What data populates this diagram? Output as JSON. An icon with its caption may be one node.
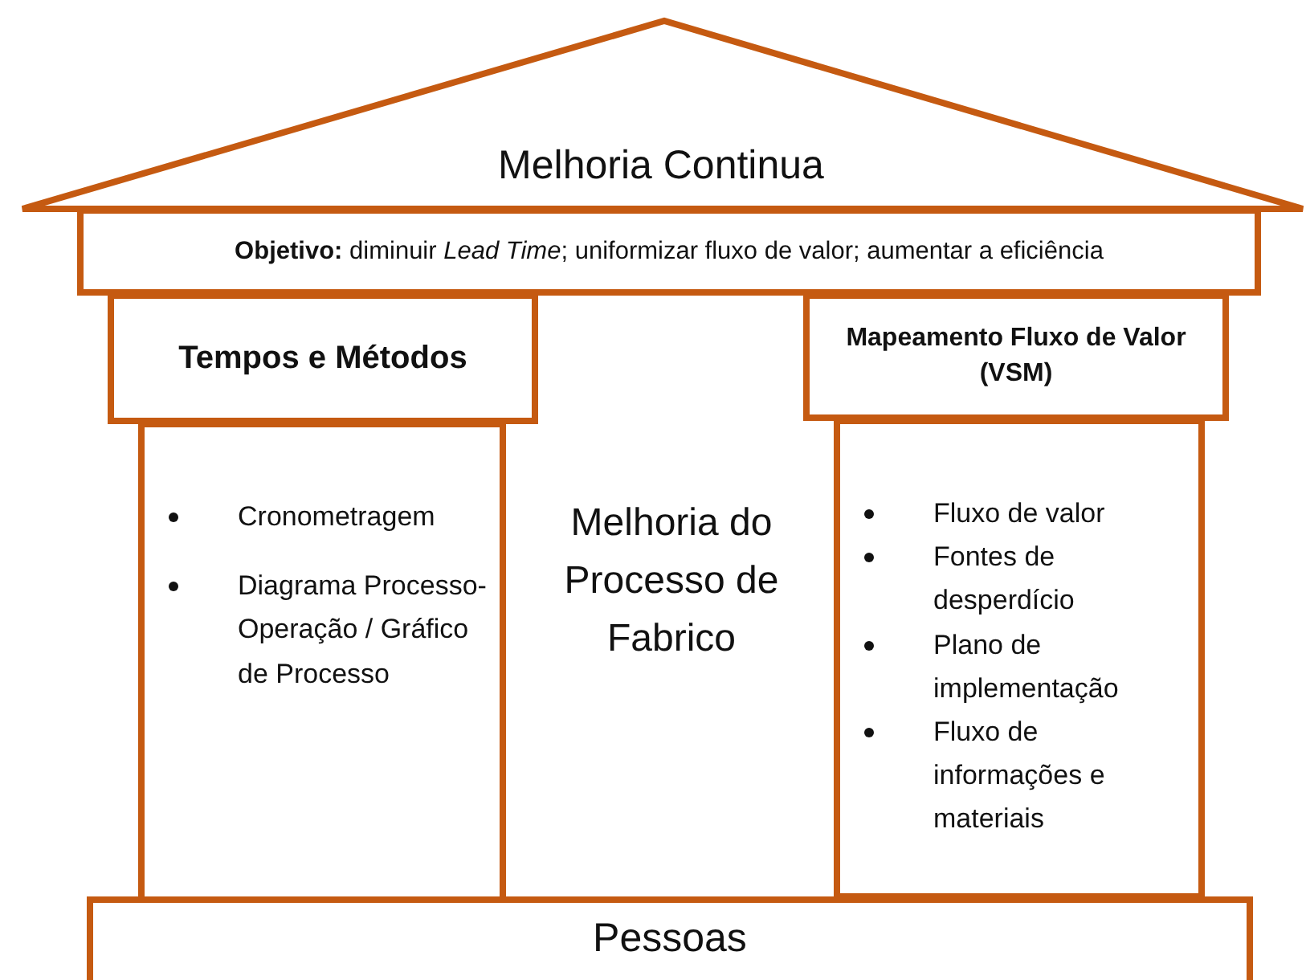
{
  "diagram": {
    "nodes": [
      {
        "text": [
          "Melhoria Continua"
        ]
      },
      {
        "text": [
          "**Objetivo:** diminuir *Lead Time*; uniformizar fluxo de valor; aumentar a eficiência"
        ]
      },
      {
        "text": [
          "Tempos e Métodos"
        ]
      },
      {
        "text": [
          "Cronometragem",
          "Diagrama Processo-Operação / Gráfico de Processo"
        ]
      },
      {
        "text": [
          "Mapeamento Fluxo de Valor (VSM)"
        ]
      },
      {
        "text": [
          "Fluxo de valor",
          "Fontes de desperdício",
          "Plano de implementação",
          "Fluxo de informações e materiais"
        ]
      },
      {
        "text": [
          "Pessoas"
        ]
      }
    ],
    "edges": [],
    "labels": [
      "Melhoria do Processo de Fabrico"
    ]
  }
}
